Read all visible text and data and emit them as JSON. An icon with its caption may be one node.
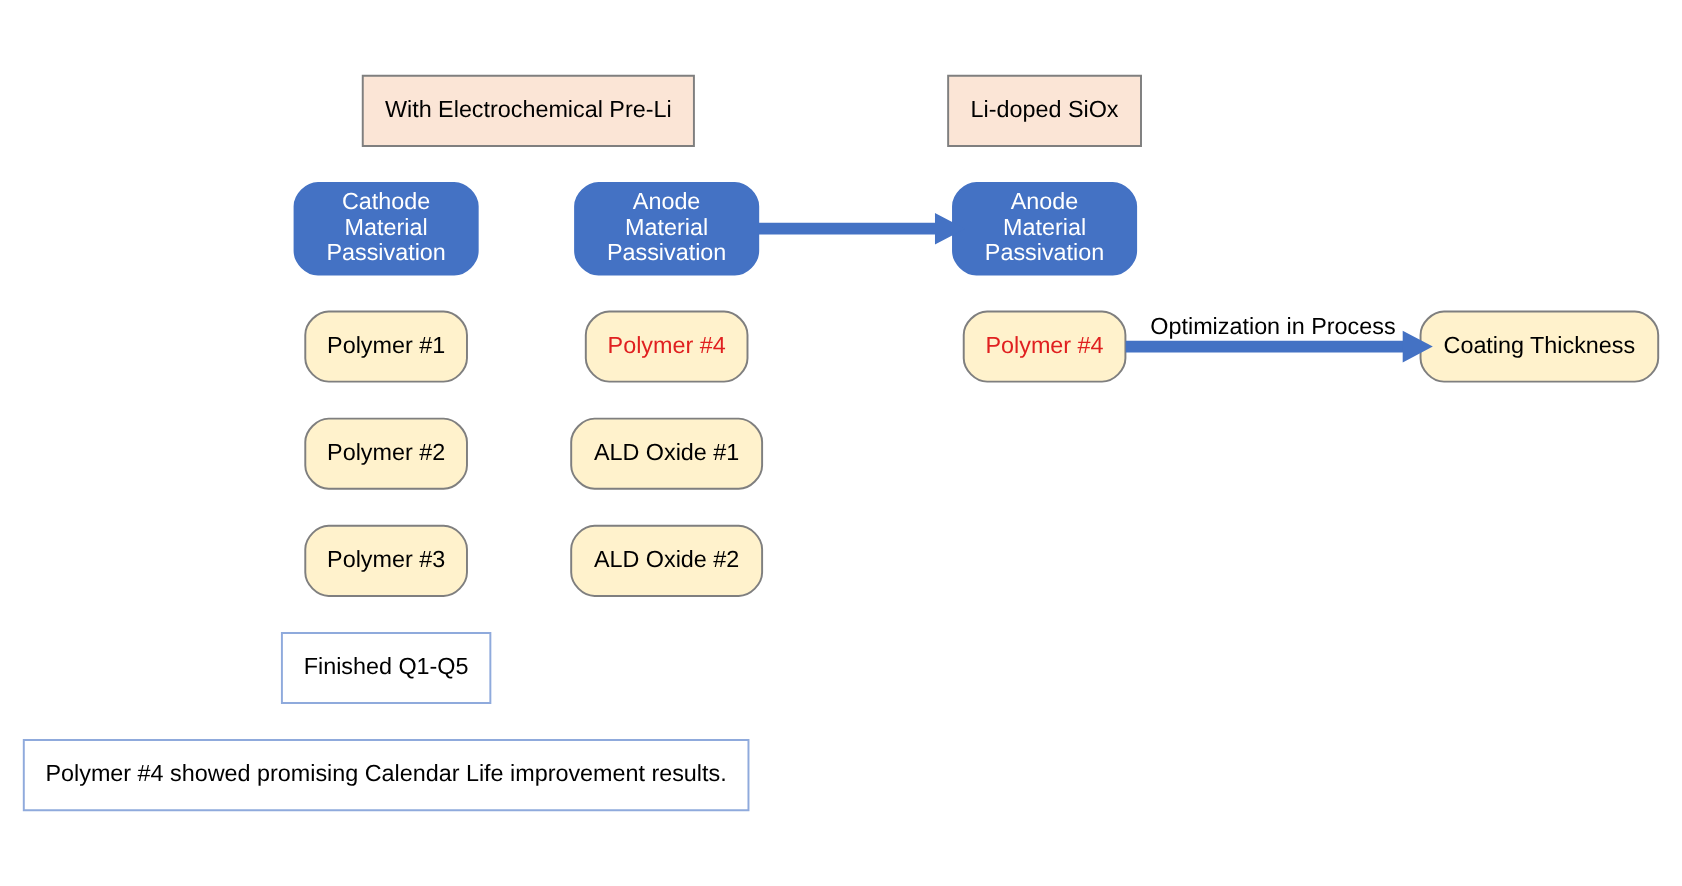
{
  "diagram": {
    "nodes": [
      {
        "text": [
          "With Electrochemical Pre-Li"
        ]
      },
      {
        "text": [
          "Cathode Material Passivation"
        ]
      },
      {
        "text": [
          "Anode Material Passivation"
        ]
      },
      {
        "text": [
          "Polymer #1"
        ]
      },
      {
        "text": [
          "Polymer #2"
        ]
      },
      {
        "text": [
          "Polymer #3"
        ]
      },
      {
        "text": [
          "Polymer #4"
        ]
      },
      {
        "text": [
          "ALD Oxide #1"
        ]
      },
      {
        "text": [
          "ALD Oxide #2"
        ]
      },
      {
        "text": [
          "Finished Q1-Q5"
        ]
      },
      {
        "text": [
          "Polymer #4 showed promising Calendar Life improvement results."
        ]
      },
      {
        "text": [
          "Li-doped SiOx"
        ]
      },
      {
        "text": [
          "Anode Material Passivation"
        ]
      },
      {
        "text": [
          "Polymer #4"
        ]
      },
      {
        "text": [
          "Coating Thickness"
        ]
      }
    ],
    "edges": [
      {
        "from": 2,
        "to": 12,
        "arrow": "to"
      },
      {
        "from": 13,
        "to": 14,
        "arrow": "to",
        "label": "Optimization in Process"
      }
    ]
  }
}
